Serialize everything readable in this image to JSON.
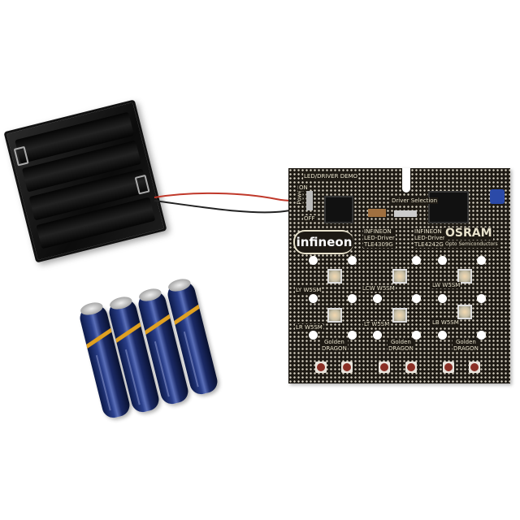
{
  "board": {
    "title": "LED/DRIVER DEMO",
    "power_label": "Power",
    "on_label": "ON",
    "off_label": "OFF",
    "driver_selection": "Driver Selection",
    "infineon_logo": "infineon",
    "driver1": [
      "INFINEON",
      "LED-Driver",
      "TLE4309G"
    ],
    "driver2": [
      "INFINEON",
      "LED-Driver",
      "TLE4242G"
    ],
    "osram": "OSRAM",
    "osram_sub": "Opto Semiconductors",
    "led_labels": [
      "LY W5SM",
      "LR W5SM",
      "LCW W5SM",
      "LT W5SM",
      "LW W5SM",
      "LB W5SM"
    ],
    "golden_dragon": [
      "Golden",
      "DRAGON"
    ]
  },
  "colors": {
    "board": "#1e1a14",
    "battery": "#2a3f8a",
    "button": "#8a2f25",
    "wire_red": "#c0392b",
    "potentiometer": "#2b4aa8"
  }
}
